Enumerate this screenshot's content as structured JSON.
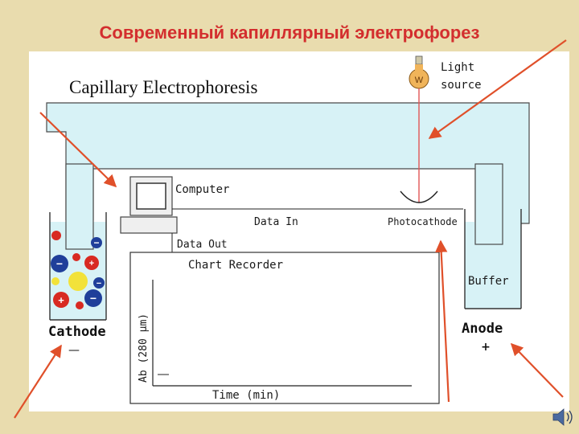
{
  "slide": {
    "title": "Современный капиллярный электрофорез"
  },
  "diagram": {
    "heading": "Capillary Electrophoresis",
    "light_source_line1": "Light",
    "light_source_line2": "source",
    "computer": "Computer",
    "data_in": "Data In",
    "data_out": "Data Out",
    "photocathode": "Photocathode",
    "chart_recorder": "Chart Recorder",
    "buffer": "Buffer",
    "cathode": "Cathode",
    "cathode_sign": "—",
    "anode": "Anode",
    "anode_sign": "+",
    "y_axis_label": "Ab (280 µm)",
    "x_axis_label": "Time (min)",
    "lamp_letter": "W",
    "particle_minus": "−",
    "particle_plus": "+"
  },
  "colors": {
    "title_red": "#d32e2e",
    "capillary_fill": "#d7f2f6",
    "arrow_red": "#e0502a",
    "neg_particle": "#1f3f9a",
    "pos_particle": "#d82a22",
    "neutral_particle": "#f2e23a"
  }
}
